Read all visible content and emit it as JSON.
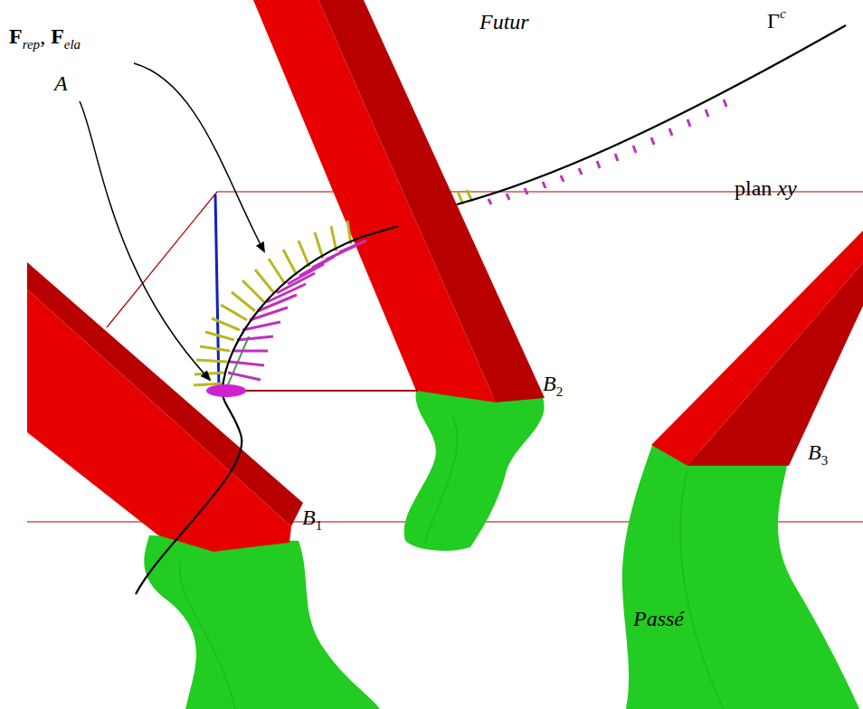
{
  "diagram": {
    "labels": [
      "F",
      "rep",
      ",",
      "F",
      "ela",
      "A",
      "Futur",
      "Γ",
      "c",
      "plan",
      "xy",
      "B",
      "2",
      "B",
      "3",
      "B",
      "1",
      "Passé"
    ]
  }
}
